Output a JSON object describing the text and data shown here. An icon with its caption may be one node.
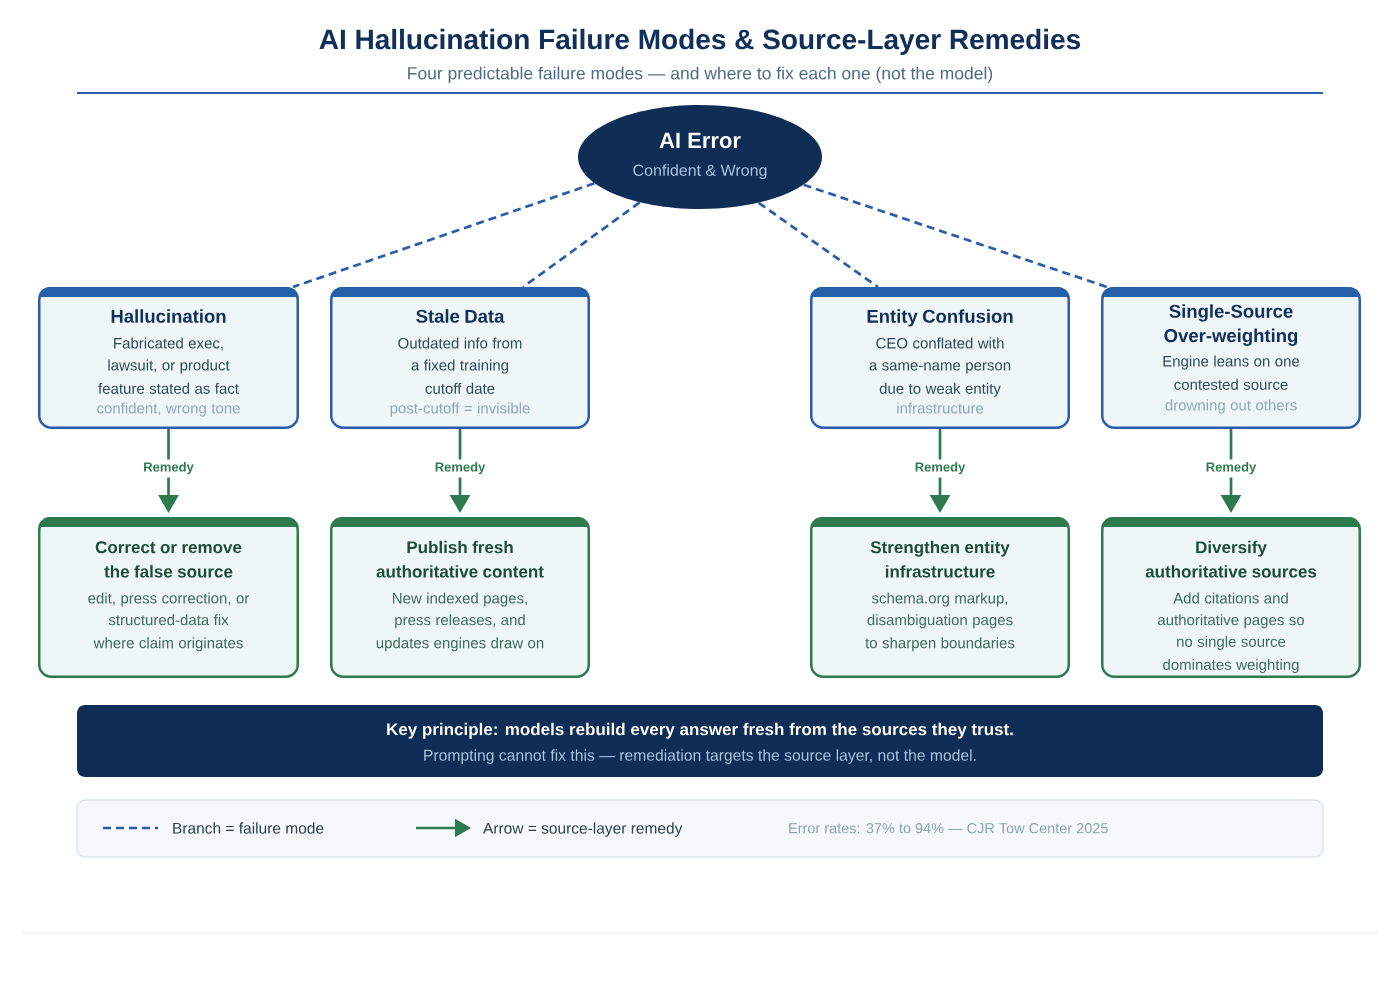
{
  "diagram": {
    "title": "AI Hallucination Failure Modes & Source-Layer Remedies",
    "nodes": [
      {
        "text": [
          "AI Error",
          "Confident & Wrong"
        ]
      },
      {
        "text": [
          "Hallucination",
          "Fabricated exec, lawsuit, or product feature stated as fact",
          "confident, wrong tone"
        ]
      },
      {
        "text": [
          "Stale Data",
          "Outdated info from a fixed training cutoff date",
          "post-cutoff = invisible"
        ]
      },
      {
        "text": [
          "Entity Confusion",
          "CEO conflated with a same-name person due to weak entity",
          "infrastructure"
        ]
      },
      {
        "text": [
          "Single-Source Over-weighting",
          "Engine leans on one contested source",
          "drowning out others"
        ]
      },
      {
        "text": [
          "Correct or remove the false source",
          "edit, press correction, or structured-data fix where claim originates"
        ]
      },
      {
        "text": [
          "Publish fresh authoritative content",
          "New indexed pages, press releases, and updates engines draw on"
        ]
      },
      {
        "text": [
          "Strengthen entity infrastructure",
          "schema.org markup, disambiguation pages to sharpen boundaries"
        ]
      },
      {
        "text": [
          "Diversify authoritative sources",
          "Add citations and authoritative pages so no single source dominates weighting"
        ]
      },
      {
        "text": [
          "Key principle: models rebuild every answer fresh from the sources they trust.",
          "Prompting cannot fix this — remediation targets the source layer, not the model."
        ]
      }
    ],
    "edges": [
      {
        "from": 0,
        "to": 1,
        "arrow": "none",
        "style": "dashed",
        "color": "#2a5caa"
      },
      {
        "from": 0,
        "to": 2,
        "arrow": "none",
        "style": "dashed",
        "color": "#2a5caa"
      },
      {
        "from": 0,
        "to": 3,
        "arrow": "none",
        "style": "dashed",
        "color": "#2a5caa"
      },
      {
        "from": 0,
        "to": 4,
        "arrow": "none",
        "style": "dashed",
        "color": "#2a5caa"
      },
      {
        "from": 1,
        "to": 5,
        "arrow": "to",
        "label": "Remedy",
        "color": "#2e7a4e"
      },
      {
        "from": 2,
        "to": 6,
        "arrow": "to",
        "label": "Remedy",
        "color": "#2e7a4e"
      },
      {
        "from": 3,
        "to": 7,
        "arrow": "to",
        "label": "Remedy",
        "color": "#2e7a4e"
      },
      {
        "from": 4,
        "to": 8,
        "arrow": "to",
        "label": "Remedy",
        "color": "#2e7a4e"
      }
    ],
    "labels": [
      "Four predictable failure modes — and where to fix each one (not the model)",
      "Error rates: 37% to 94% — CJR Tow Center 2025"
    ],
    "legend": [
      {
        "text": "Branch = failure mode"
      },
      {
        "text": "Arrow = source-layer remedy"
      }
    ]
  }
}
